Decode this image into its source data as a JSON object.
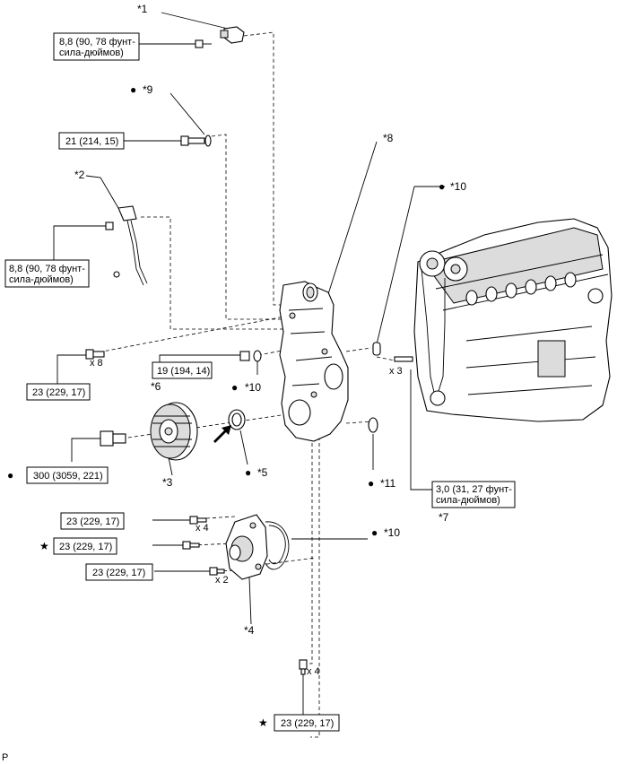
{
  "callouts": {
    "c1": "*1",
    "c2": "*2",
    "c3": "*3",
    "c4": "*4",
    "c5": "*5",
    "c6": "*6",
    "c7": "*7",
    "c8": "*8",
    "c9": "*9",
    "c10a": "*10",
    "c10b": "*10",
    "c10c": "*10",
    "c11": "*11"
  },
  "torque": {
    "t1": [
      "8,8 (90, 78 фунт-",
      "сила-дюймов)"
    ],
    "t2": "21 (214, 15)",
    "t3": [
      "8,8 (90, 78 фунт-",
      "сила-дюймов)"
    ],
    "t4": "23 (229, 17)",
    "t5": "19 (194, 14)",
    "t6": "300 (3059, 221)",
    "t7": [
      "3,0 (31, 27 фунт-",
      "сила-дюймов)"
    ],
    "t8": "23 (229, 17)",
    "t9": "23 (229, 17)",
    "t10": "23 (229, 17)",
    "t11": "23 (229, 17)"
  },
  "quantities": {
    "q1": "x 8",
    "q2": "x 3",
    "q3": "x 4",
    "q4": "x 2",
    "q5": "x 4"
  },
  "symbols": {
    "dot": "●",
    "star": "★"
  },
  "footer": "P"
}
